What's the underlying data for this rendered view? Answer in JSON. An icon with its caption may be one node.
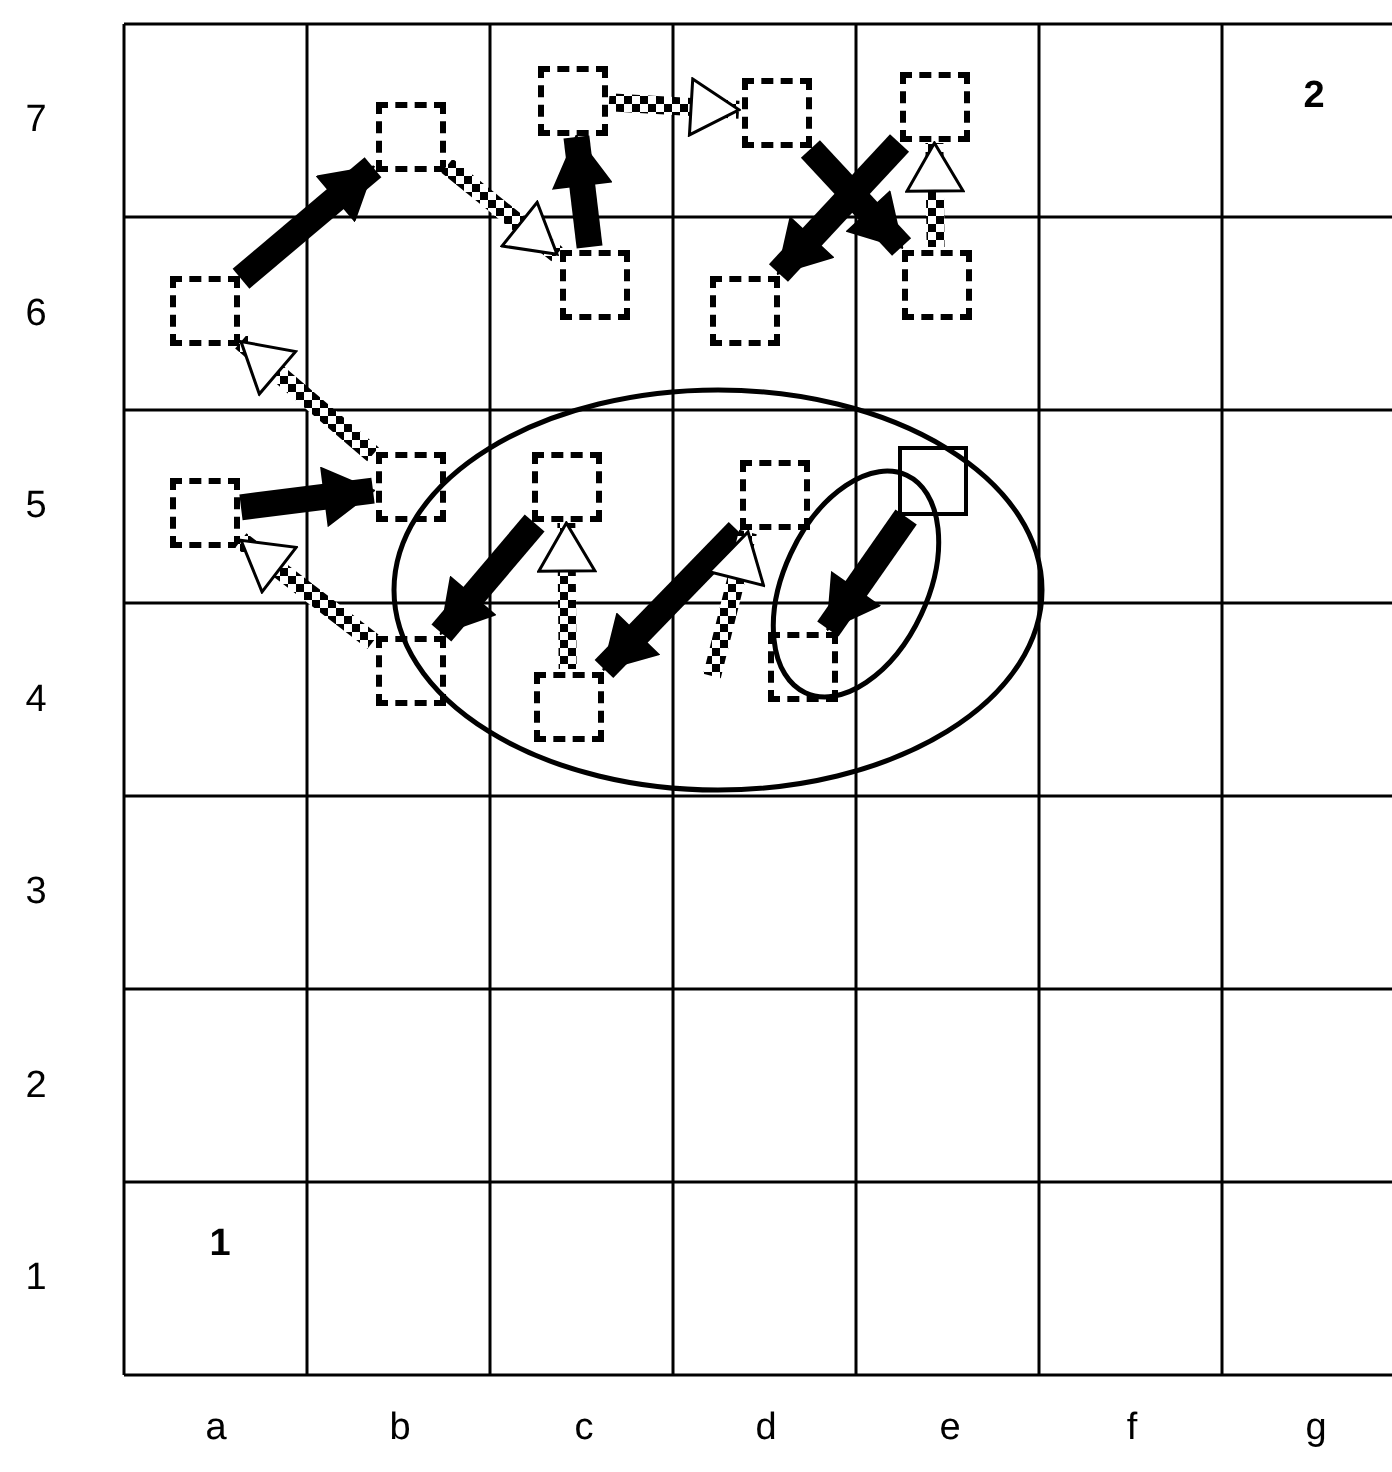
{
  "diagram": {
    "nodes": [
      {
        "text": [],
        "shape": "box"
      },
      {
        "text": [],
        "shape": "box"
      },
      {
        "text": [],
        "shape": "box"
      },
      {
        "text": [],
        "shape": "box"
      },
      {
        "text": [],
        "shape": "box"
      },
      {
        "text": [],
        "shape": "box"
      },
      {
        "text": [],
        "shape": "box"
      },
      {
        "text": [],
        "shape": "box"
      },
      {
        "text": [],
        "shape": "box"
      },
      {
        "text": [],
        "shape": "box"
      },
      {
        "text": [],
        "shape": "box"
      },
      {
        "text": [],
        "shape": "box"
      },
      {
        "text": [],
        "shape": "box"
      },
      {
        "text": [],
        "shape": "box"
      },
      {
        "text": [],
        "shape": "box"
      },
      {
        "text": [],
        "shape": "box"
      }
    ],
    "edges": [
      {
        "from": 0,
        "to": 1,
        "arrow": "to"
      },
      {
        "from": 1,
        "to": 3,
        "arrow": "to",
        "style": "dashed"
      },
      {
        "from": 3,
        "to": 2,
        "arrow": "to"
      },
      {
        "from": 2,
        "to": 4,
        "arrow": "to",
        "style": "dashed"
      },
      {
        "from": 6,
        "to": 5,
        "arrow": "to"
      },
      {
        "from": 4,
        "to": 7,
        "arrow": "to"
      },
      {
        "from": 7,
        "to": 6,
        "arrow": "to",
        "style": "dashed"
      },
      {
        "from": 9,
        "to": 0,
        "arrow": "to",
        "style": "dashed"
      },
      {
        "from": 8,
        "to": 9,
        "arrow": "to"
      },
      {
        "from": 10,
        "to": 8,
        "arrow": "to",
        "style": "dashed"
      },
      {
        "from": 11,
        "to": 10,
        "arrow": "to"
      },
      {
        "from": 12,
        "to": 11,
        "arrow": "to",
        "style": "dashed"
      },
      {
        "from": 13,
        "to": 12,
        "arrow": "to"
      },
      {
        "from": null,
        "to": 13,
        "arrow": "to",
        "style": "dashed"
      },
      {
        "from": 15,
        "to": 14,
        "arrow": "to"
      }
    ],
    "labels": [
      "7",
      "2",
      "6",
      "5",
      "4",
      "3",
      "2",
      "1",
      "1",
      "a",
      "b",
      "c",
      "d",
      "e",
      "f",
      "g"
    ]
  }
}
